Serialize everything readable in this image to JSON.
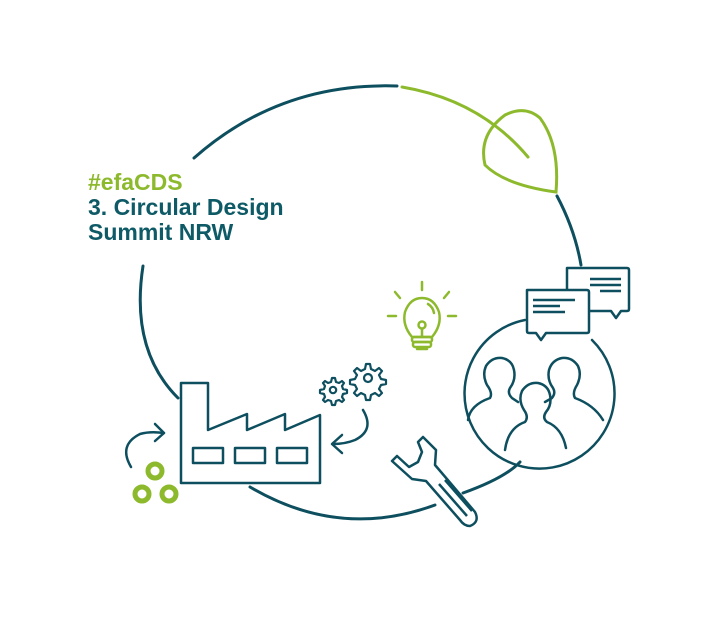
{
  "title": {
    "hashtag": "#efaCDS",
    "line1": "3. Circular Design",
    "line2": "Summit NRW"
  },
  "colors": {
    "primary_teal": "#0e4f5f",
    "accent_green": "#8dba2d",
    "background": "#ffffff"
  },
  "icons": [
    "leaf-icon",
    "lightbulb-icon",
    "speech-bubbles-icon",
    "people-group-icon",
    "gears-icon",
    "factory-icon",
    "wrench-icon",
    "circular-arrow-icon",
    "rings-icon"
  ]
}
